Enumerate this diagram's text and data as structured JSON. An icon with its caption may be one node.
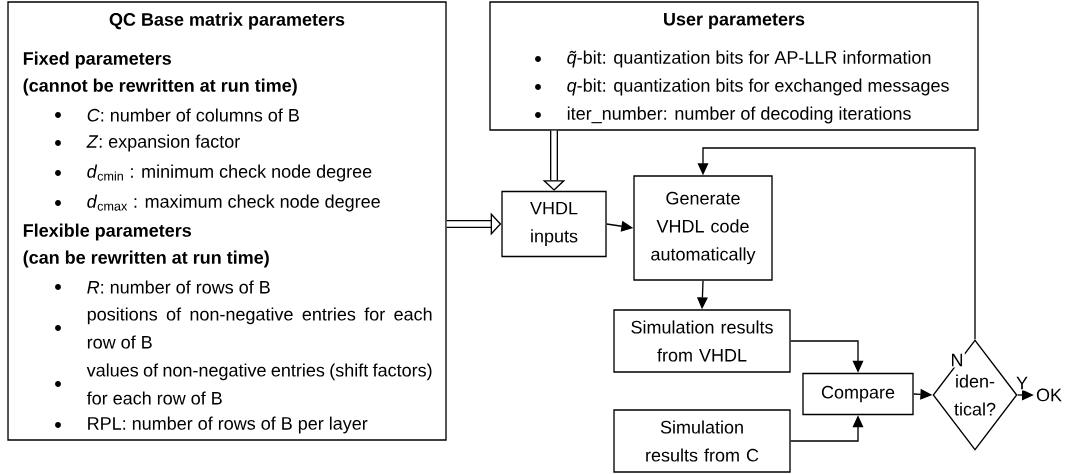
{
  "diagram": {
    "nodes": [
      {
        "text": [
          "QC Base matrix parameters",
          "Fixed parameters",
          "(cannot be rewritten at run time)",
          "*C*: number of columns of B",
          "*Z*: expansion factor",
          "*d*$_{cmin}$ : minimum check node degree",
          "*d*$_{cmax}$ : maximum check node degree",
          "Flexible parameters",
          "(can be rewritten at run time)",
          "*R*: number of rows of B",
          "positions of non-negative entries for each row of B",
          "values of non-negative entries (shift factors) for each row of B",
          "RPL: number of rows of B per layer"
        ]
      },
      {
        "text": [
          "User parameters",
          "*q̃*-bit: quantization bits for AP-LLR information",
          "*q*-bit: quantization bits for exchanged messages",
          "iter_number: number of decoding iterations"
        ]
      },
      {
        "text": [
          "VHDL inputs"
        ]
      },
      {
        "text": [
          "Generate VHDL code automatically"
        ]
      },
      {
        "text": [
          "Simulation results from VHDL"
        ]
      },
      {
        "text": [
          "Compare"
        ]
      },
      {
        "text": [
          "Simulation results from C"
        ]
      },
      {
        "text": [
          "iden- tical?"
        ]
      },
      {
        "text": [
          "OK"
        ]
      }
    ],
    "edges": [
      {
        "from": 0,
        "to": 2,
        "arrow": "to",
        "style": "thick"
      },
      {
        "from": 1,
        "to": 2,
        "arrow": "to",
        "style": "thick"
      },
      {
        "from": 2,
        "to": 3,
        "arrow": "to"
      },
      {
        "from": 3,
        "to": 4,
        "arrow": "to"
      },
      {
        "from": 4,
        "to": 5,
        "arrow": "to"
      },
      {
        "from": 6,
        "to": 5,
        "arrow": "to"
      },
      {
        "from": 5,
        "to": 7,
        "arrow": "to"
      },
      {
        "from": 7,
        "to": 8,
        "arrow": "to",
        "label": "Y"
      },
      {
        "from": 7,
        "to": 3,
        "arrow": "to",
        "label": "N"
      }
    ]
  }
}
